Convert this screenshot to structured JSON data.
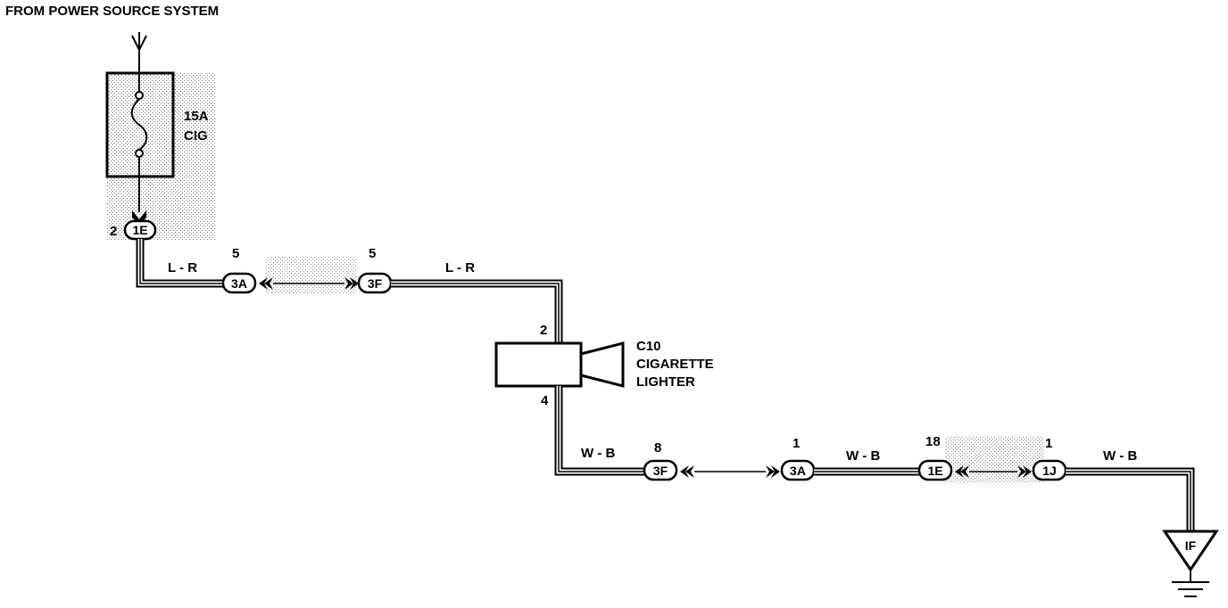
{
  "header": {
    "title": "FROM POWER SOURCE SYSTEM"
  },
  "fuse": {
    "rating": "15A",
    "name": "CIG"
  },
  "component": {
    "id": "C10",
    "name_line1": "CIGARETTE",
    "name_line2": "LIGHTER"
  },
  "pins": {
    "fuse_out": "2",
    "first_3a": "5",
    "first_3f": "5",
    "lighter_top": "2",
    "lighter_bottom": "4",
    "second_3f": "8",
    "second_3a": "1",
    "second_1e": "18",
    "j1": "1"
  },
  "connectors": {
    "c1e_top": "1E",
    "c3a_top": "3A",
    "c3f_top": "3F",
    "c3f_bottom": "3F",
    "c3a_bottom": "3A",
    "c1e_bottom": "1E",
    "c1j": "1J"
  },
  "wires": {
    "w1": "L - R",
    "w2": "L - R",
    "w3": "W - B",
    "w4": "W - B",
    "w5": "W - B"
  },
  "ground": {
    "label": "IF"
  }
}
